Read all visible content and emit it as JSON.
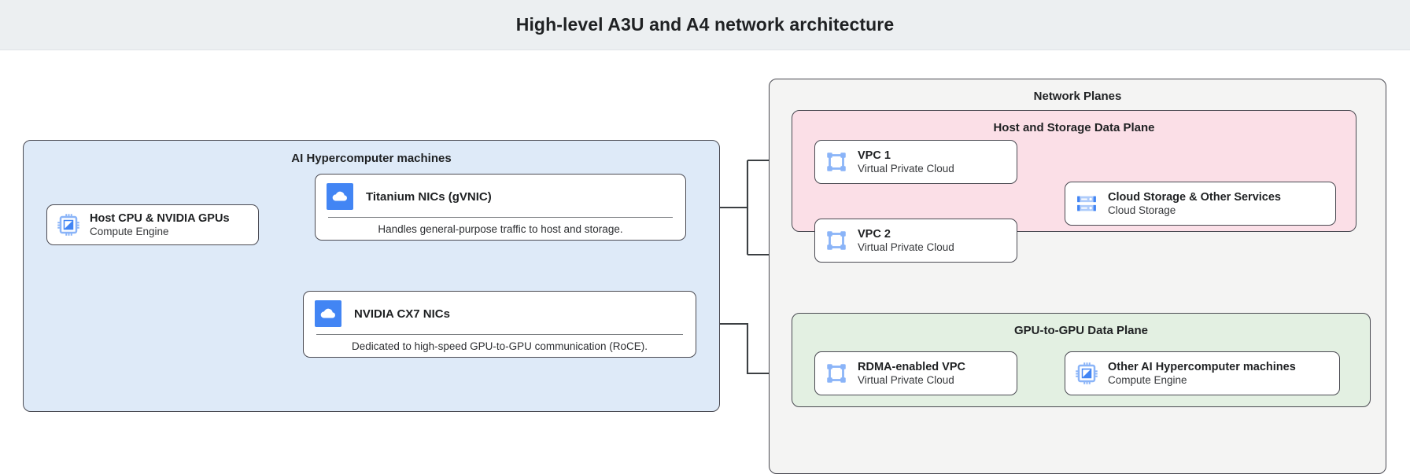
{
  "header": {
    "title": "High-level A3U and A4 network architecture"
  },
  "groups": {
    "machines": {
      "label": "AI Hypercomputer machines",
      "color": "#deeaf8"
    },
    "network_planes": {
      "label": "Network Planes",
      "color": "#f4f4f3"
    },
    "host_storage_plane": {
      "label": "Host and Storage Data Plane",
      "color": "#fbdfe7"
    },
    "gpu_plane": {
      "label": "GPU-to-GPU Data Plane",
      "color": "#e3f0e2"
    }
  },
  "nodes": {
    "host": {
      "title": "Host CPU & NVIDIA GPUs",
      "subtitle": "Compute Engine",
      "icon": "cpu-chip-icon"
    },
    "titanium": {
      "title": "Titanium NICs (gVNIC)",
      "caption": "Handles general-purpose traffic to host and storage.",
      "icon": "cloud-icon"
    },
    "cx7": {
      "title": "NVIDIA CX7 NICs",
      "caption": "Dedicated to high-speed GPU-to-GPU communication (RoCE).",
      "icon": "cloud-icon"
    },
    "vpc1": {
      "title": "VPC 1",
      "subtitle": "Virtual Private Cloud",
      "icon": "vpc-icon"
    },
    "vpc2": {
      "title": "VPC 2",
      "subtitle": "Virtual Private Cloud",
      "icon": "vpc-icon"
    },
    "storage": {
      "title": "Cloud Storage & Other Services",
      "subtitle": "Cloud Storage",
      "icon": "cloud-storage-icon"
    },
    "rdma": {
      "title": "RDMA-enabled VPC",
      "subtitle": "Virtual Private Cloud",
      "icon": "vpc-icon"
    },
    "other_machines": {
      "title": "Other AI Hypercomputer machines",
      "subtitle": "Compute Engine",
      "icon": "cpu-chip-icon"
    }
  },
  "colors": {
    "header_background": "#eceff1",
    "border": "#4a4a52",
    "icon_blue": "#4285f4",
    "icon_blue_light": "#8ab4f8",
    "connector": "#3c4043",
    "card_background": "#ffffff"
  },
  "connectors": [
    {
      "from": "host",
      "to": "titanium"
    },
    {
      "from": "host",
      "to": "cx7"
    },
    {
      "from": "titanium",
      "to": "vpc1"
    },
    {
      "from": "titanium",
      "to": "vpc2"
    },
    {
      "from": "cx7",
      "to": "rdma"
    },
    {
      "from": "vpc1",
      "to": "storage"
    },
    {
      "from": "vpc2",
      "to": "storage"
    },
    {
      "from": "rdma",
      "to": "other_machines"
    }
  ]
}
